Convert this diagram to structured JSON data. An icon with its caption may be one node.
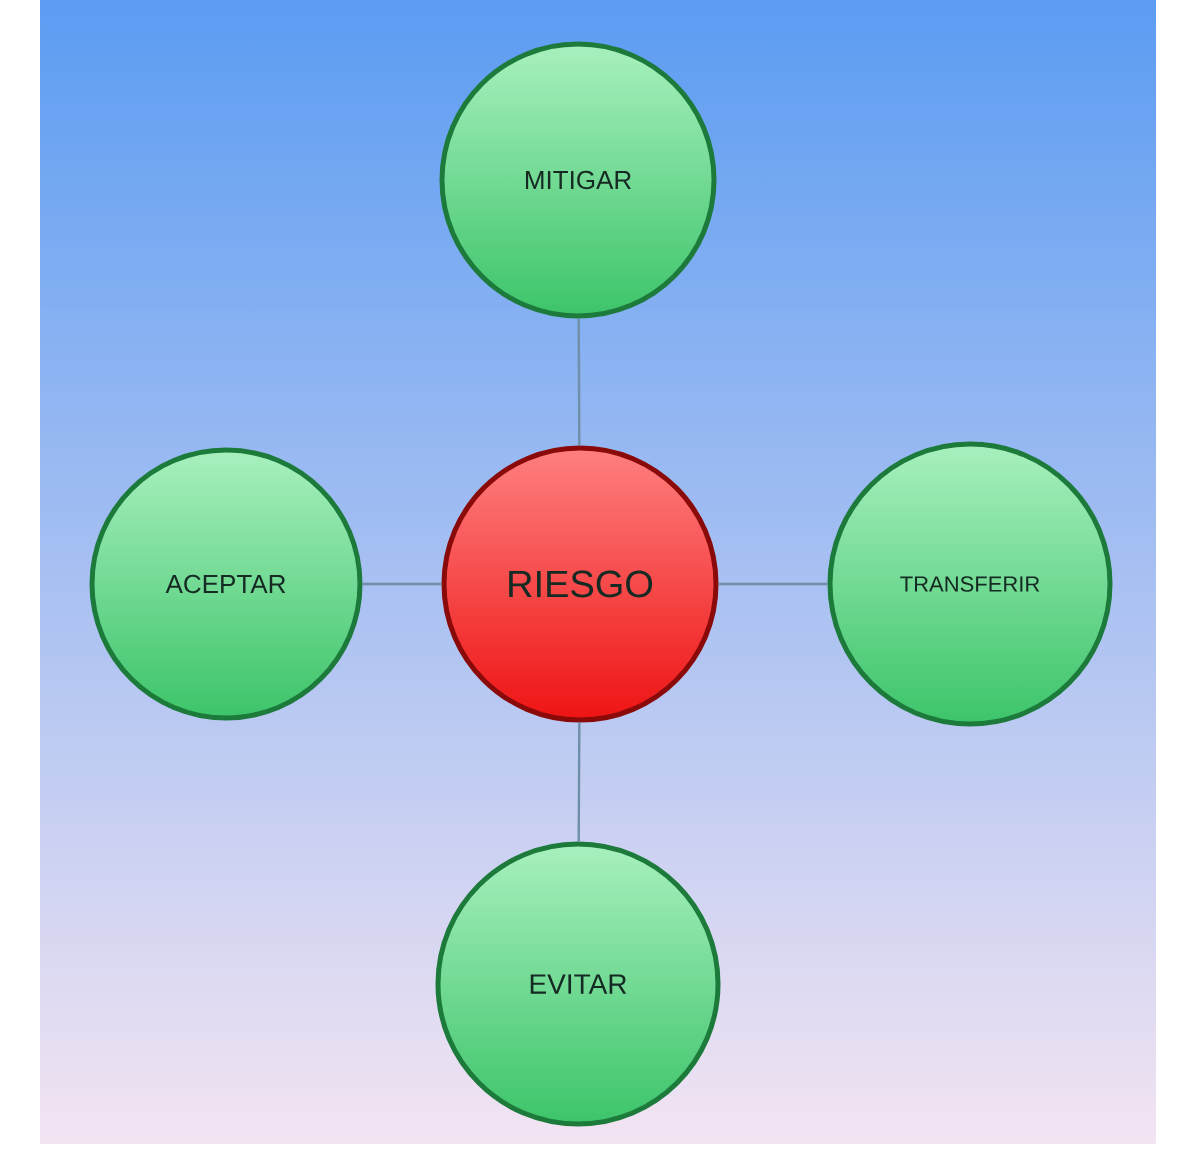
{
  "diagram": {
    "nodes": [
      {
        "text": [
          "MITIGAR"
        ]
      },
      {
        "text": [
          "ACEPTAR"
        ]
      },
      {
        "text": [
          "RIESGO"
        ]
      },
      {
        "text": [
          "TRANSFERIR"
        ]
      },
      {
        "text": [
          "EVITAR"
        ]
      }
    ],
    "edges": [
      {
        "from": 2,
        "to": 0,
        "arrow": "none"
      },
      {
        "from": 2,
        "to": 1,
        "arrow": "none"
      },
      {
        "from": 2,
        "to": 3,
        "arrow": "none"
      },
      {
        "from": 2,
        "to": 4,
        "arrow": "none"
      }
    ]
  }
}
